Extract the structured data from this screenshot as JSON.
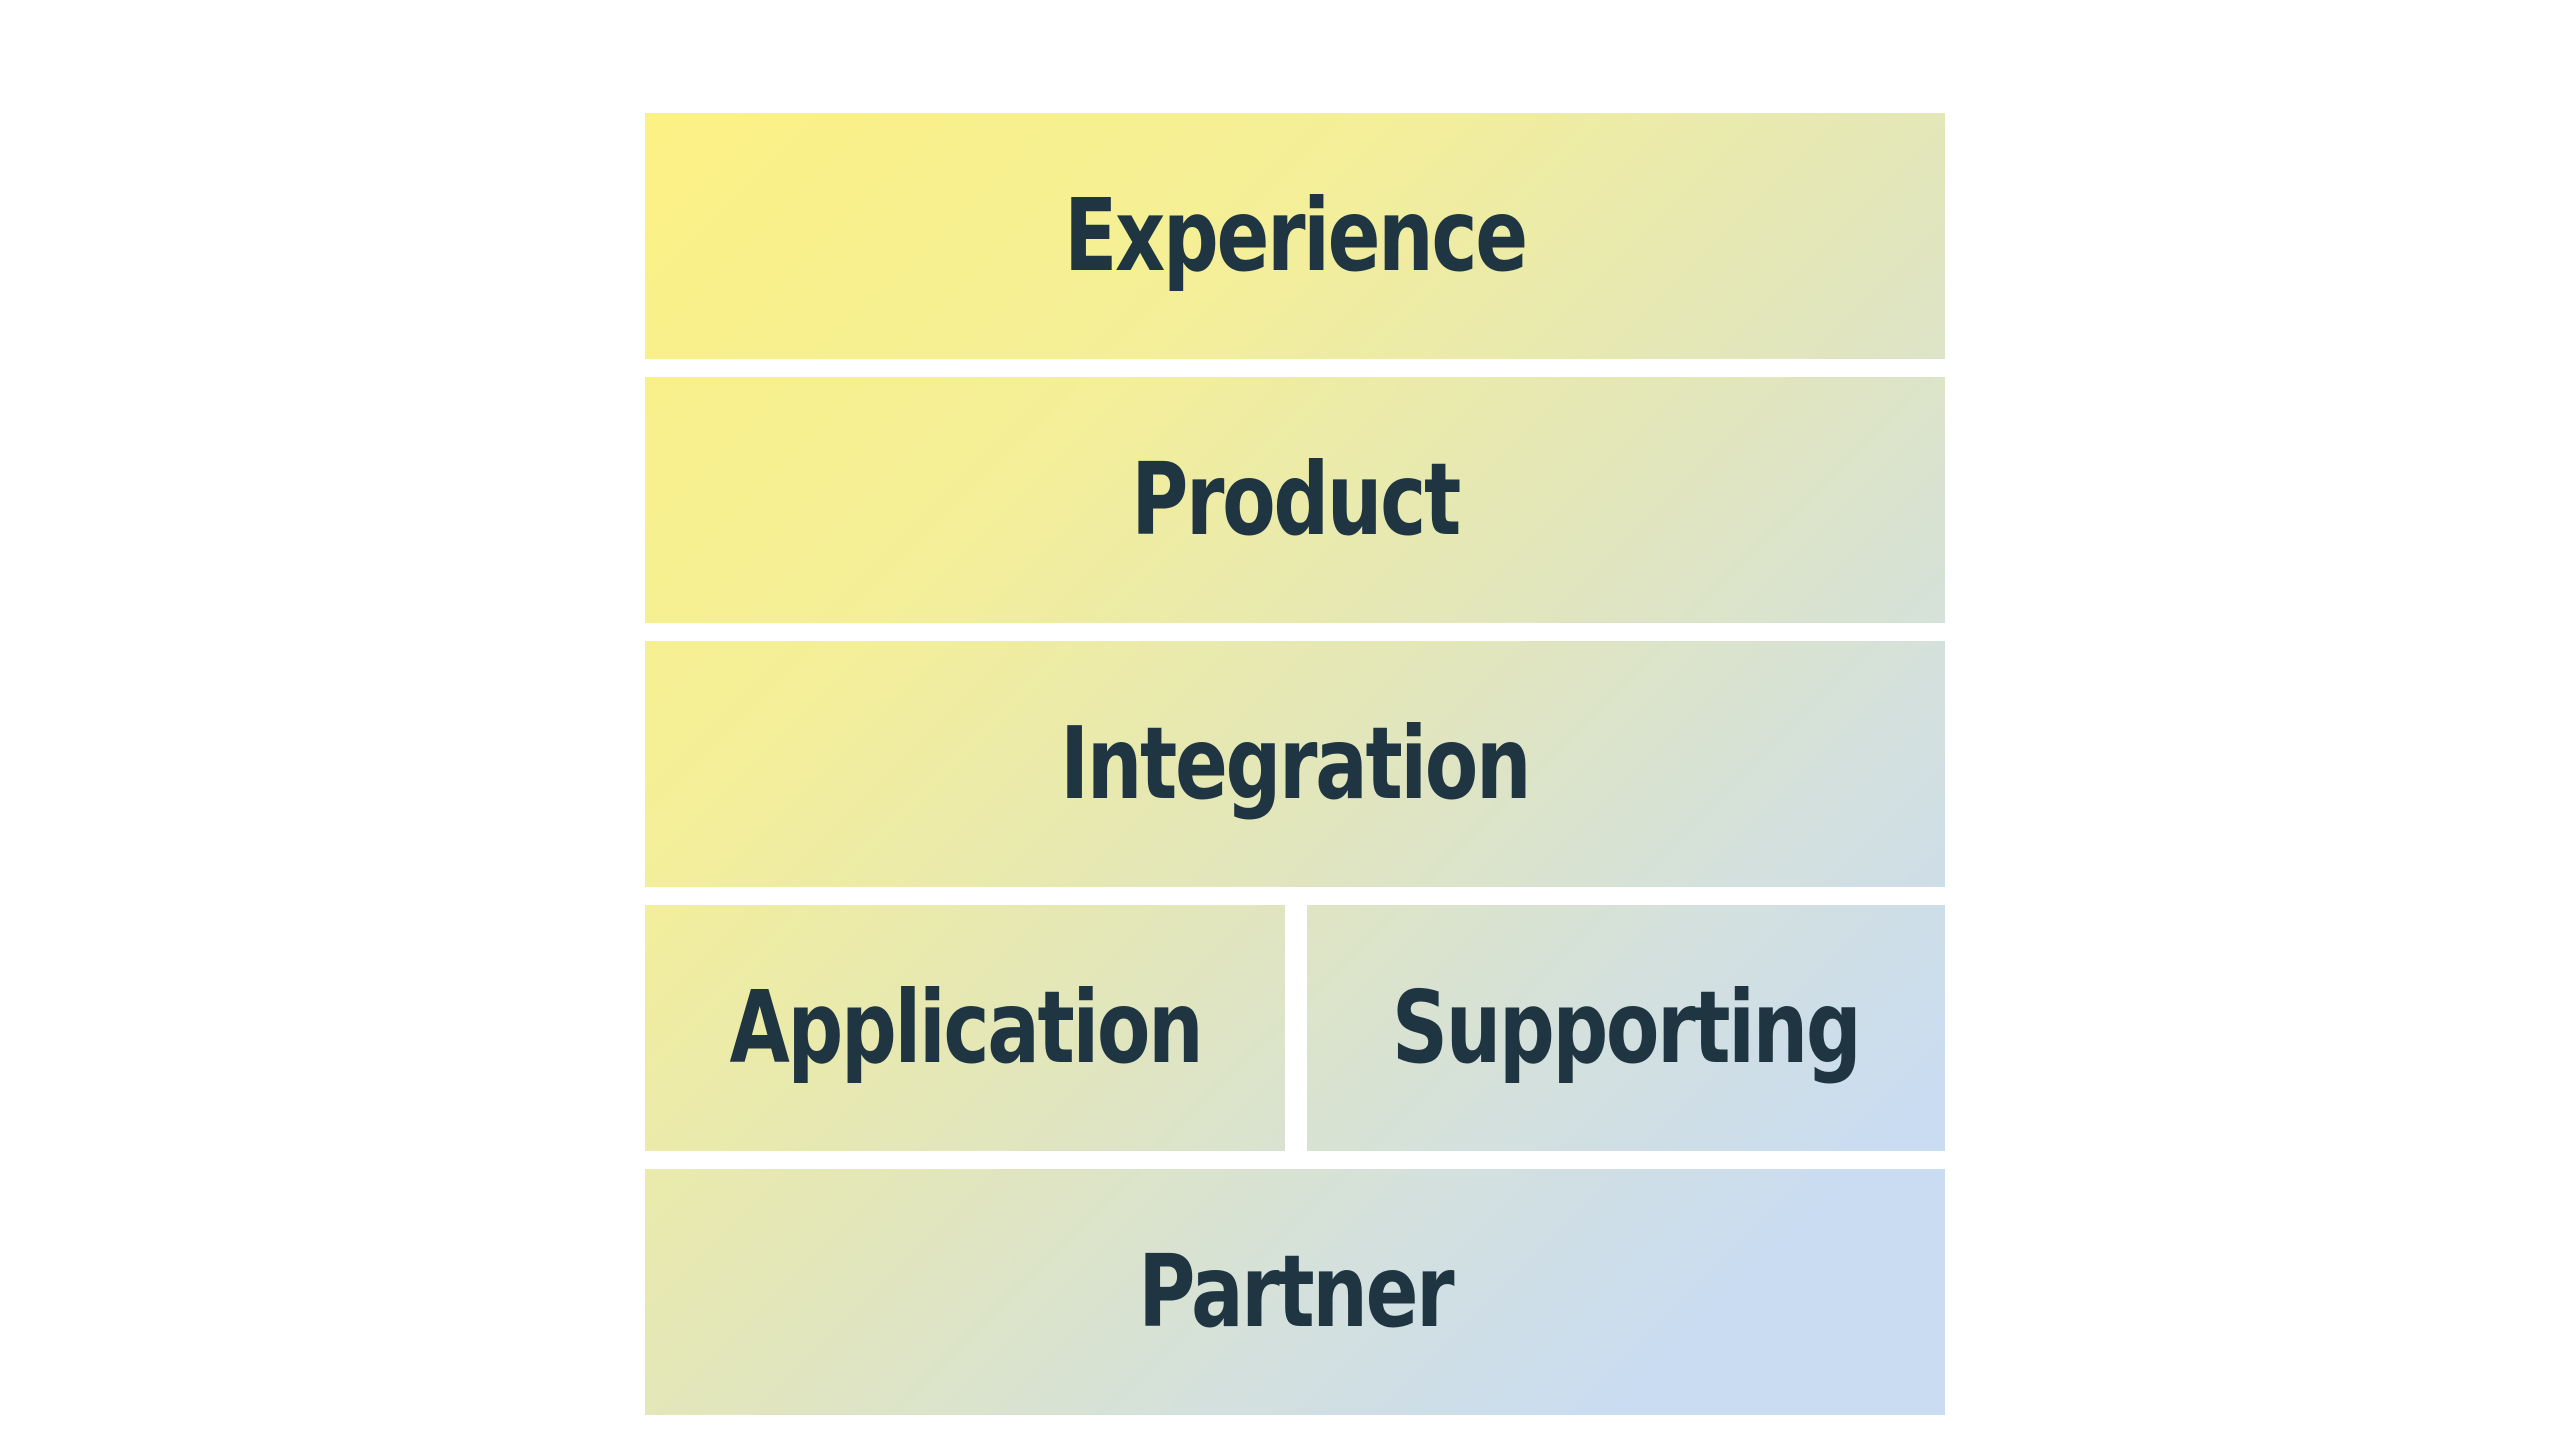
{
  "diagram": {
    "layers": {
      "experience": "Experience",
      "product": "Product",
      "integration": "Integration",
      "application": "Application",
      "supporting": "Supporting",
      "partner": "Partner"
    }
  },
  "colors": {
    "gradient_start": "#fcf184",
    "gradient_end": "#c9dcf2",
    "label_text": "#1f3642",
    "background": "#ffffff"
  }
}
